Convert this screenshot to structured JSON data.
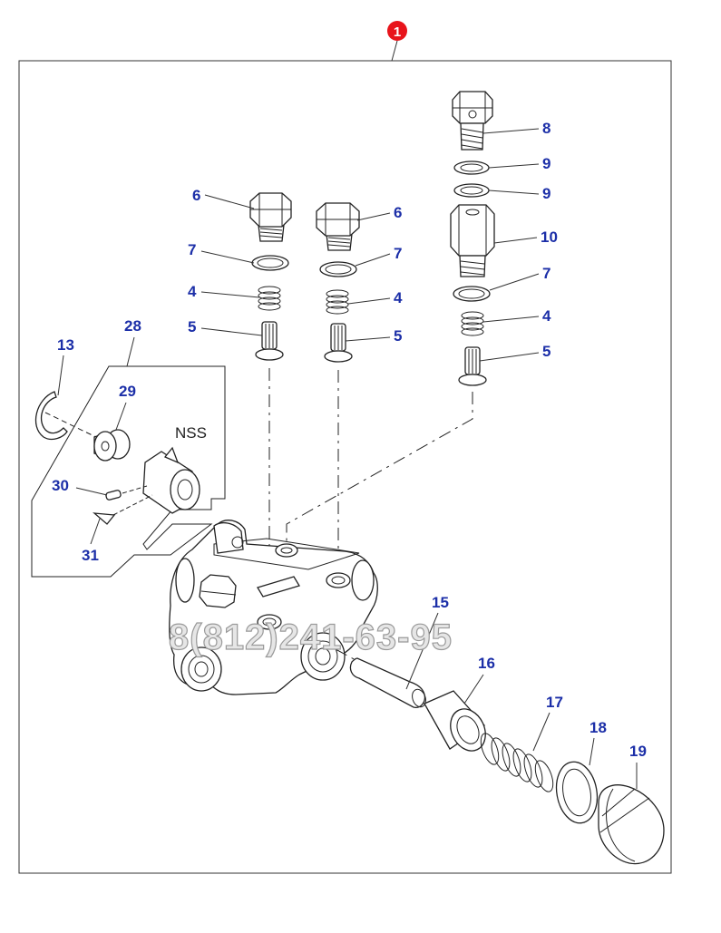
{
  "assembly_marker": "1",
  "watermark": "8(812)241-63-95",
  "nss_label": "NSS",
  "callouts": [
    "6",
    "7",
    "4",
    "5",
    "6",
    "7",
    "4",
    "5",
    "8",
    "9",
    "9",
    "10",
    "7",
    "4",
    "5",
    "13",
    "28",
    "29",
    "30",
    "31",
    "15",
    "16",
    "17",
    "18",
    "19"
  ],
  "colors": {
    "marker": "#e8141b",
    "callout_text": "#1c2fa8",
    "line": "#222222"
  }
}
